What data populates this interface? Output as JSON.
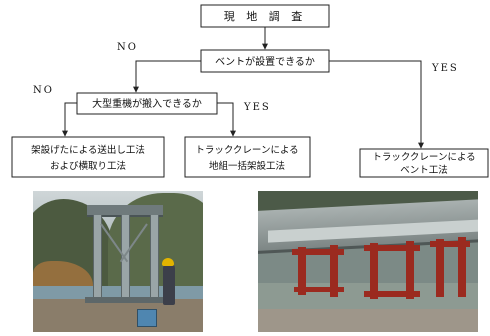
{
  "flowchart": {
    "nodes": [
      {
        "id": "survey",
        "text": "現 地 調 査"
      },
      {
        "id": "bent_possible",
        "text": "ベントが設置できるか"
      },
      {
        "id": "heavy_machine",
        "text": "大型重機が搬入できるか"
      },
      {
        "id": "method_launch",
        "line1": "架設げたによる送出し工法",
        "line2": "および横取り工法"
      },
      {
        "id": "method_ground",
        "line1": "トラッククレーンによる",
        "line2": "地組一括架設工法"
      },
      {
        "id": "method_bent",
        "line1": "トラッククレーンによる",
        "line2": "ベント工法"
      }
    ],
    "branch_labels": {
      "bent_no": "NO",
      "bent_yes": "YES",
      "machine_no": "NO",
      "machine_yes": "YES"
    }
  },
  "photos": [
    {
      "id": "photo-left",
      "subject": "steel-bent-construction-photo"
    },
    {
      "id": "photo-right",
      "subject": "truck-crane-girder-erection-photo"
    }
  ],
  "colors": {
    "line": "#222222",
    "bent_red": "#9b2a1f"
  }
}
